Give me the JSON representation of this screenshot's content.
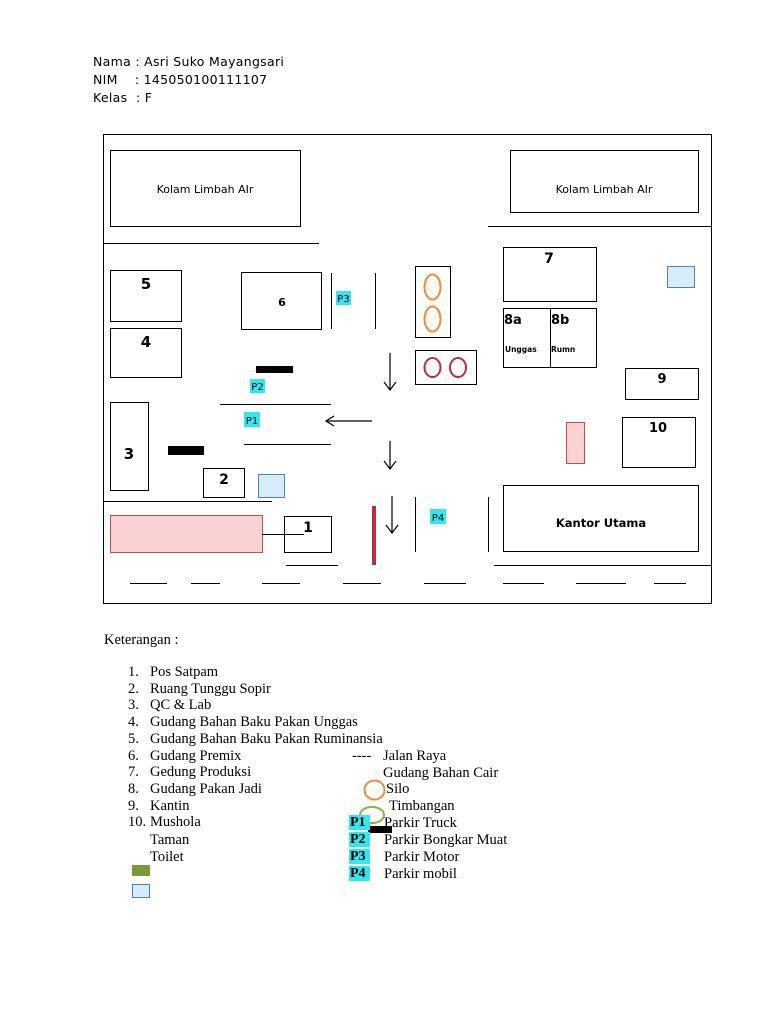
{
  "header": {
    "name_label": "Nama : Asri Suko Mayangsari",
    "nim_label": "NIM    : 145050100111107",
    "kelas_label": "Kelas  : F"
  },
  "map": {
    "kolam_left": "Kolam Limbah AIr",
    "kolam_right": "Kolam Limbah AIr",
    "b5": "5",
    "b4": "4",
    "b3": "3",
    "b2": "2",
    "b1": "1",
    "b6": "6",
    "b7": "7",
    "b8a": "8a",
    "b8b": "8b",
    "b8a_sub": "Unggas",
    "b8b_sub": "Rumn",
    "b9": "9",
    "b10": "10",
    "kantor": "Kantor Utama",
    "p1": "P1",
    "p2": "P2",
    "p3": "P3",
    "p4": "P4"
  },
  "legend": {
    "title": "Keterangan :",
    "items": [
      "Pos Satpam",
      "Ruang Tunggu Sopir",
      "QC & Lab",
      "Gudang Bahan Baku Pakan Unggas",
      "Gudang Bahan Baku Pakan Ruminansia",
      "Gudang Premix",
      "Gedung Produksi",
      "Gudang Pakan Jadi",
      "Kantin",
      "Mushola"
    ],
    "extra_items": [
      "Taman",
      "Toilet"
    ],
    "jalan_dash": "----",
    "symbols": [
      "Jalan Raya",
      "Gudang Bahan Cair",
      "Silo",
      "Timbangan"
    ],
    "parking": [
      {
        "code": "P1",
        "label": "Parkir Truck"
      },
      {
        "code": "P2",
        "label": "Parkir Bongkar Muat"
      },
      {
        "code": "P3",
        "label": "Parkir Motor"
      },
      {
        "code": "P4",
        "label": "Parkir mobil"
      }
    ]
  },
  "colors": {
    "parking_highlight": "#33e6f0",
    "silo_orange": "#f08a3c",
    "tank_red": "#b0343a",
    "garden_fill": "#fad2d2",
    "garden_stroke": "#c0504d",
    "toilet_fill": "#d6ecfa",
    "toilet_stroke": "#4f81bd",
    "taman_green": "#7a9a3a",
    "scale_green": "#8db04a"
  }
}
